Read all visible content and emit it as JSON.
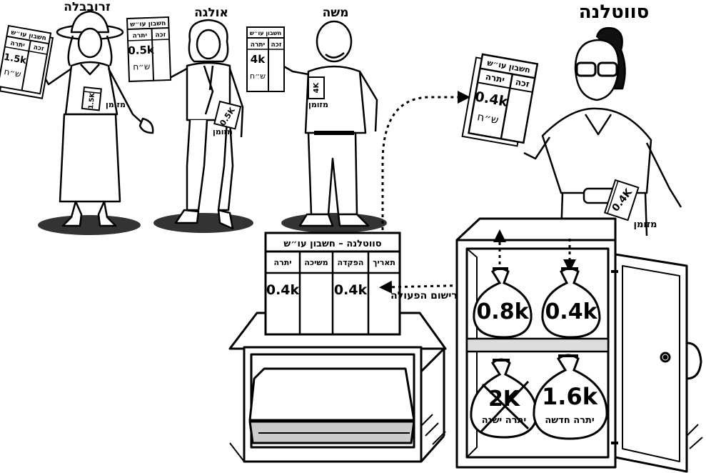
{
  "people": {
    "zerubabel": {
      "name": "זרובבלה",
      "balance": "1.5k"
    },
    "olga": {
      "name": "אולגה",
      "balance": "0.5k"
    },
    "moshe": {
      "name": "משה",
      "balance": "4k"
    },
    "svetlana": {
      "name": "סווטלנה",
      "balance": "0.4k"
    }
  },
  "cash_label": "מזומן",
  "cash_values": {
    "zerubabel": "1.5K",
    "olga": "0.5K",
    "moshe": "4K",
    "svetlana": "0.4K"
  },
  "passbook": {
    "title": "חשבון עו״ש",
    "col_right": "זכה",
    "col_left": "יתרה",
    "unit": "ש״ח"
  },
  "ledger": {
    "title": "סווטלנה – חשבון עו״ש",
    "headers": [
      "תאריך",
      "הפקדה",
      "משיכה",
      "יתרה"
    ],
    "deposit": "0.4k",
    "withdrawal": "",
    "balance": "0.4k"
  },
  "action_label": "רישום הפעולה",
  "safe": {
    "bag_top_right": "0.4k",
    "bag_top_left": "0.8k",
    "bag_bottom_right": "1.6k",
    "bag_bottom_right_label": "יתרה חדשה",
    "bag_bottom_left": "2K",
    "bag_bottom_left_label": "יתרה ישנה"
  }
}
